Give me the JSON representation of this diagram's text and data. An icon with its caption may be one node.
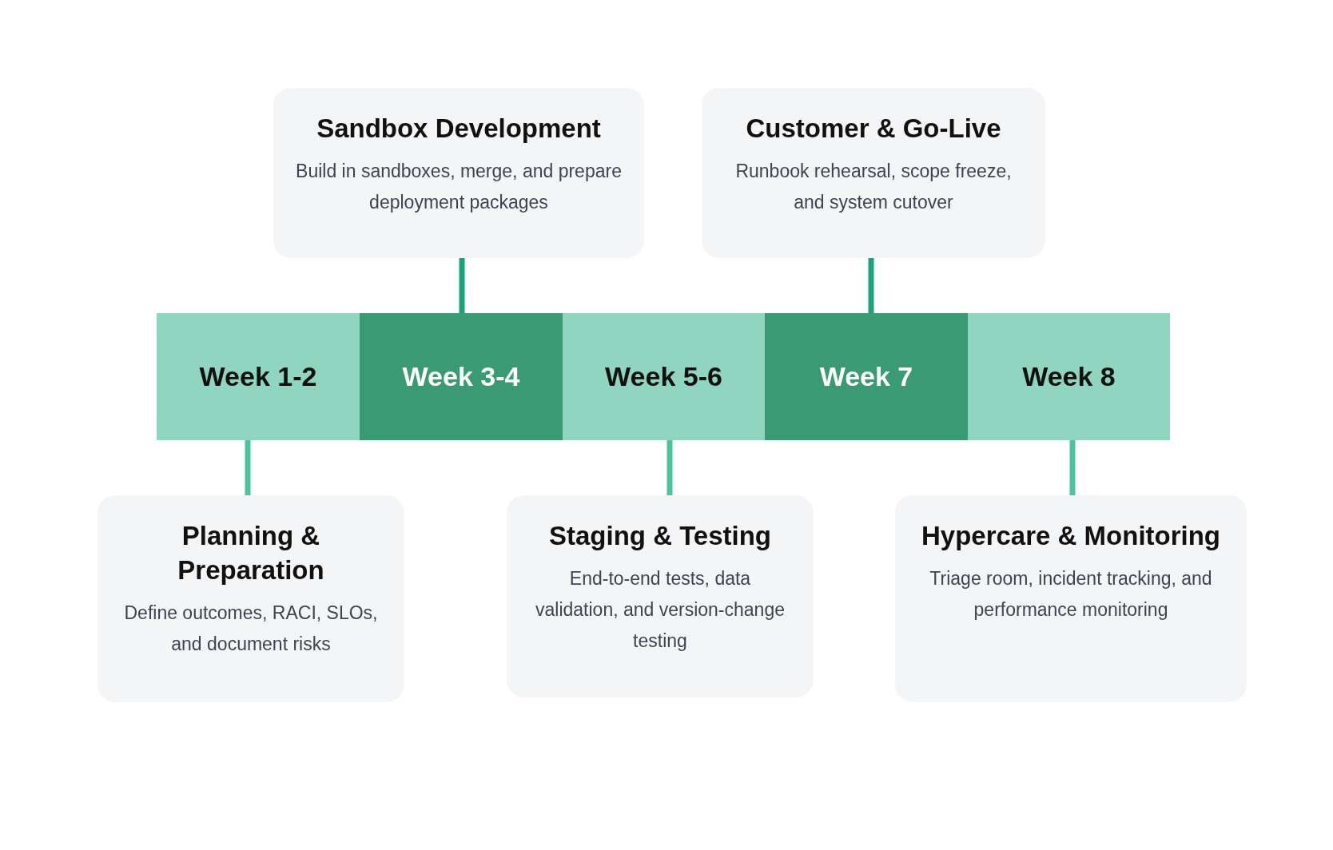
{
  "diagram": {
    "nodes": [
      {
        "text": [
          "Sandbox Development",
          "Build in sandboxes, merge, and prepare deployment packages"
        ]
      },
      {
        "text": [
          "Customer & Go-Live",
          "Runbook rehearsal, scope freeze, and system cutover"
        ]
      },
      {
        "text": [
          "Week 1-2"
        ]
      },
      {
        "text": [
          "Week 3-4"
        ]
      },
      {
        "text": [
          "Week 5-6"
        ]
      },
      {
        "text": [
          "Week 7"
        ]
      },
      {
        "text": [
          "Week 8"
        ]
      },
      {
        "text": [
          "Planning & Preparation",
          "Define outcomes, RACI, SLOs, and document risks"
        ]
      },
      {
        "text": [
          "Staging & Testing",
          "End-to-end tests, data validation, and version-change testing"
        ]
      },
      {
        "text": [
          "Hypercare & Monitoring",
          "Triage room, incident tracking, and performance monitoring"
        ]
      }
    ],
    "edges": [
      {
        "from": 3,
        "to": 0,
        "arrow": "none",
        "color": "#1aa37a"
      },
      {
        "from": 5,
        "to": 1,
        "arrow": "none",
        "color": "#1aa37a"
      },
      {
        "from": 2,
        "to": 7,
        "arrow": "none"
      },
      {
        "from": 4,
        "to": 8,
        "arrow": "none"
      },
      {
        "from": 6,
        "to": 9,
        "arrow": "none"
      }
    ]
  }
}
